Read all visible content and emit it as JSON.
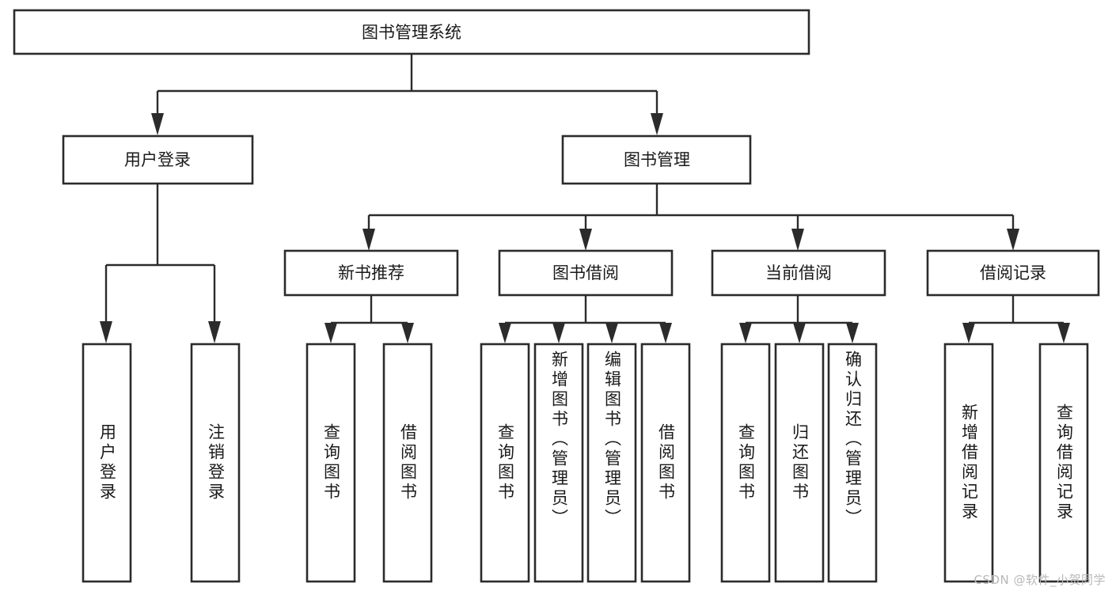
{
  "diagram": {
    "type": "tree-hierarchy",
    "title": "图书管理系统",
    "watermark": "CSDN @软件_小贺同学",
    "colors": {
      "stroke": "#2b2b2b",
      "fill": "#ffffff",
      "text": "#1a1a1a",
      "watermark": "#b8b8b8"
    },
    "root": {
      "label": "图书管理系统"
    },
    "level2": [
      {
        "label": "用户登录"
      },
      {
        "label": "图书管理"
      }
    ],
    "level3": [
      {
        "label": "新书推荐"
      },
      {
        "label": "图书借阅"
      },
      {
        "label": "当前借阅"
      },
      {
        "label": "借阅记录"
      }
    ],
    "leaves": {
      "user_login": [
        {
          "label": "用户登录"
        },
        {
          "label": "注销登录"
        }
      ],
      "new_book": [
        {
          "label": "查询图书"
        },
        {
          "label": "借阅图书"
        }
      ],
      "book_borrow": [
        {
          "label": "查询图书"
        },
        {
          "label": "新增图书（管理员）"
        },
        {
          "label": "编辑图书（管理员）"
        },
        {
          "label": "借阅图书"
        }
      ],
      "current_borrow": [
        {
          "label": "查询图书"
        },
        {
          "label": "归还图书"
        },
        {
          "label": "确认归还（管理员）"
        }
      ],
      "borrow_record": [
        {
          "label": "新增借阅记录"
        },
        {
          "label": "查询借阅记录"
        }
      ]
    }
  }
}
